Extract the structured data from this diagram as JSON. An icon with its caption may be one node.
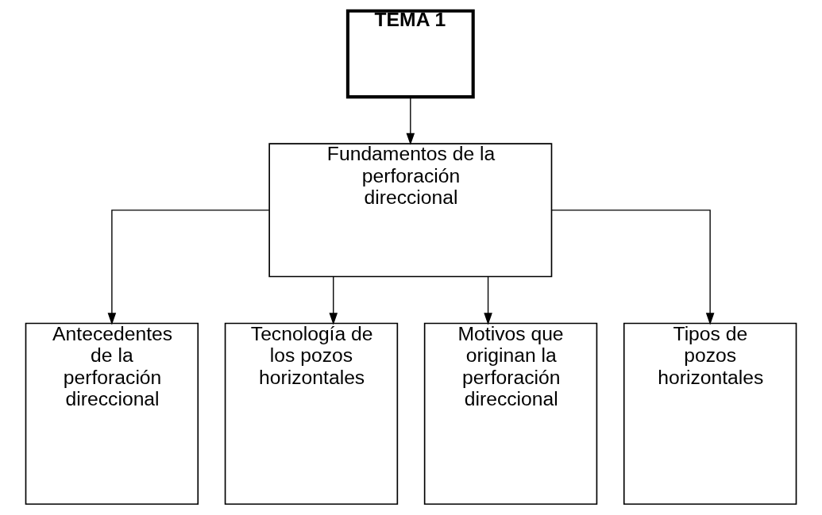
{
  "diagram": {
    "nodes": [
      {
        "text": [
          "TEMA 1"
        ]
      },
      {
        "text": [
          "Fundamentos de la perforación direccional"
        ]
      },
      {
        "text": [
          "Antecedentes de la perforación direccional"
        ]
      },
      {
        "text": [
          "Tecnología de los pozos horizontales"
        ]
      },
      {
        "text": [
          "Motivos que originan la perforación direccional"
        ]
      },
      {
        "text": [
          "Tipos de pozos horizontales"
        ]
      }
    ],
    "edges": [
      {
        "from": 0,
        "to": 1,
        "arrow": "to"
      },
      {
        "from": 1,
        "to": 2,
        "arrow": "to"
      },
      {
        "from": 1,
        "to": 3,
        "arrow": "to"
      },
      {
        "from": 1,
        "to": 4,
        "arrow": "to"
      },
      {
        "from": 1,
        "to": 5,
        "arrow": "to"
      }
    ]
  }
}
